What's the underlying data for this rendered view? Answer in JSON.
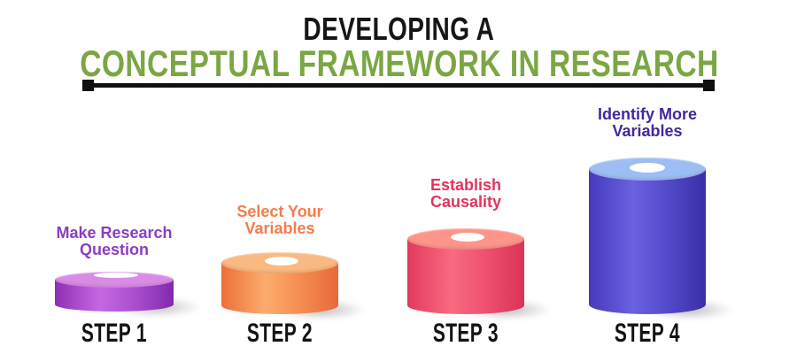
{
  "title": {
    "line1": "DEVELOPING A",
    "line2": "CONCEPTUAL FRAMEWORK IN RESEARCH",
    "line1_color": "#161616",
    "line2_color": "#7BA644"
  },
  "divider": {
    "color": "#0f0f0f"
  },
  "steps": [
    {
      "label": "STEP 1",
      "title_lines": [
        "Make Research",
        "Question"
      ],
      "colors": {
        "text": "#8B3EC1",
        "top": "#DA8BE6",
        "edge_left": "#8E2FB4",
        "light": "#C568E2",
        "mid": "#AC50D0",
        "edge_right": "#8229AB"
      }
    },
    {
      "label": "STEP 2",
      "title_lines": [
        "Select Your",
        "Variables"
      ],
      "colors": {
        "text": "#F57B4C",
        "top": "#F9B981",
        "edge_left": "#EC7038",
        "light": "#FDAC6E",
        "mid": "#F68E52",
        "edge_right": "#E8693A"
      }
    },
    {
      "label": "STEP 3",
      "title_lines": [
        "Establish",
        "Causality"
      ],
      "colors": {
        "text": "#E3335F",
        "top": "#FD958A",
        "edge_left": "#E23A5E",
        "light": "#F96A80",
        "mid": "#EF5170",
        "edge_right": "#DB3356"
      }
    },
    {
      "label": "STEP 4",
      "title_lines": [
        "Identify More",
        "Variables"
      ],
      "colors": {
        "text": "#44279D",
        "top": "#9DBDF5",
        "edge_left": "#4639BD",
        "light": "#6A61E0",
        "mid": "#544BCC",
        "edge_right": "#392FA6"
      }
    }
  ]
}
